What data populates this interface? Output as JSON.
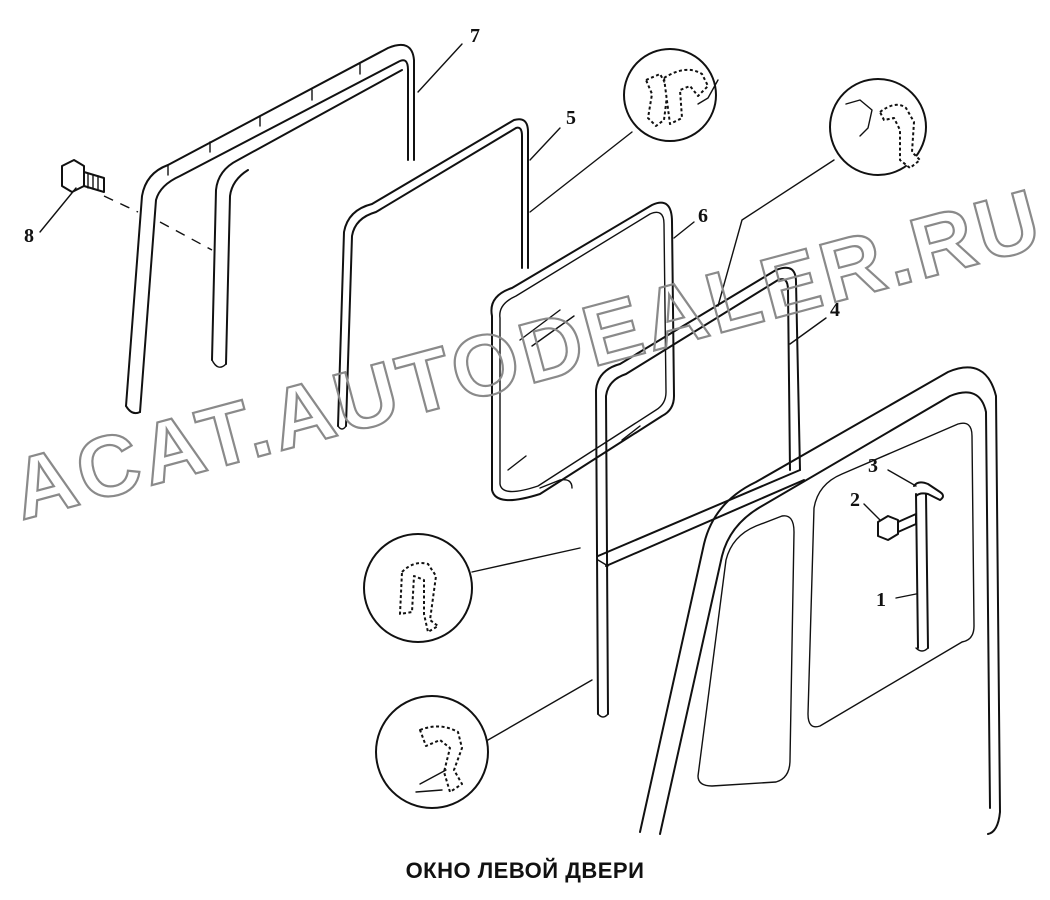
{
  "title": "ОКНО ЛЕВОЙ ДВЕРИ",
  "watermark": "ACAT.AUTODEALER.RU",
  "callouts": [
    "1",
    "2",
    "3",
    "4",
    "5",
    "6",
    "7",
    "8"
  ],
  "colors": {
    "line": "#111111",
    "watermark": "#8a8a8a",
    "background": "#ffffff"
  }
}
